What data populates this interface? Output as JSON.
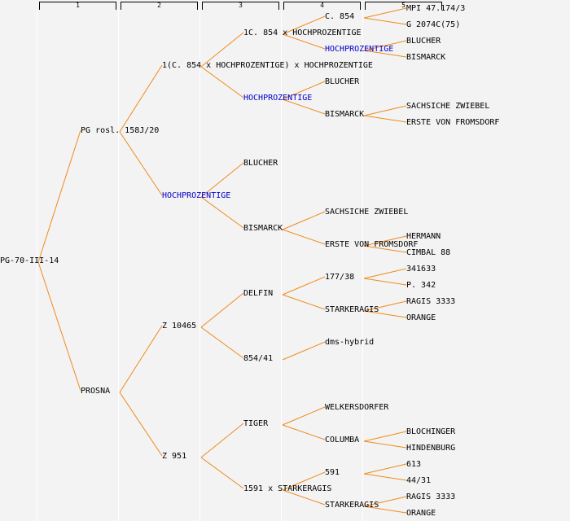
{
  "colors": {
    "line": "#f08a1c",
    "text": "#000000",
    "highlight": "#0000cc",
    "background": "#f3f3f3"
  },
  "generation_headers": [
    "1",
    "2",
    "3",
    "4",
    "5"
  ],
  "tree": {
    "label": "PG-70-III-14",
    "children": [
      {
        "label": "PG rosl. 158J/20",
        "children": [
          {
            "label": "1(C. 854 x HOCHPROZENTIGE) x HOCHPROZENTIGE",
            "children": [
              {
                "label": "1C. 854 x HOCHPROZENTIGE",
                "children": [
                  {
                    "label": "C. 854",
                    "children": [
                      {
                        "label": "MPI 47.174/3"
                      },
                      {
                        "label": "G 2074C(75)"
                      }
                    ]
                  },
                  {
                    "label": "HOCHPROZENTIGE",
                    "highlight": true,
                    "children": [
                      {
                        "label": "BLUCHER"
                      },
                      {
                        "label": "BISMARCK"
                      }
                    ]
                  }
                ]
              },
              {
                "label": "HOCHPROZENTIGE",
                "highlight": true,
                "children": [
                  {
                    "label": "BLUCHER"
                  },
                  {
                    "label": "BISMARCK",
                    "children": [
                      {
                        "label": "SACHSICHE ZWIEBEL"
                      },
                      {
                        "label": "ERSTE VON FROMSDORF"
                      }
                    ]
                  }
                ]
              }
            ]
          },
          {
            "label": "HOCHPROZENTIGE",
            "highlight": true,
            "children": [
              {
                "label": "BLUCHER"
              },
              {
                "label": "BISMARCK",
                "children": [
                  {
                    "label": "SACHSICHE ZWIEBEL"
                  },
                  {
                    "label": "ERSTE VON FROMSDORF",
                    "children": [
                      {
                        "label": "HERMANN"
                      },
                      {
                        "label": "CIMBAL 88"
                      }
                    ]
                  }
                ]
              }
            ]
          }
        ]
      },
      {
        "label": "PROSNA",
        "children": [
          {
            "label": "Z 10465",
            "children": [
              {
                "label": "DELFIN",
                "children": [
                  {
                    "label": "177/38",
                    "children": [
                      {
                        "label": "341633"
                      },
                      {
                        "label": "P. 342"
                      }
                    ]
                  },
                  {
                    "label": "STARKERAGIS",
                    "children": [
                      {
                        "label": "RAGIS 3333"
                      },
                      {
                        "label": "ORANGE"
                      }
                    ]
                  }
                ]
              },
              {
                "label": "854/41",
                "children": [
                  {
                    "label": "dms-hybrid"
                  }
                ]
              }
            ]
          },
          {
            "label": "Z 951",
            "children": [
              {
                "label": "TIGER",
                "children": [
                  {
                    "label": "WELKERSDORFER"
                  },
                  {
                    "label": "COLUMBA",
                    "children": [
                      {
                        "label": "BLOCHINGER"
                      },
                      {
                        "label": "HINDENBURG"
                      }
                    ]
                  }
                ]
              },
              {
                "label": "1591 x STARKERAGIS",
                "children": [
                  {
                    "label": "591",
                    "children": [
                      {
                        "label": "613"
                      },
                      {
                        "label": "44/31"
                      }
                    ]
                  },
                  {
                    "label": "STARKERAGIS",
                    "children": [
                      {
                        "label": "RAGIS 3333"
                      },
                      {
                        "label": "ORANGE"
                      }
                    ]
                  }
                ]
              }
            ]
          }
        ]
      }
    ]
  }
}
